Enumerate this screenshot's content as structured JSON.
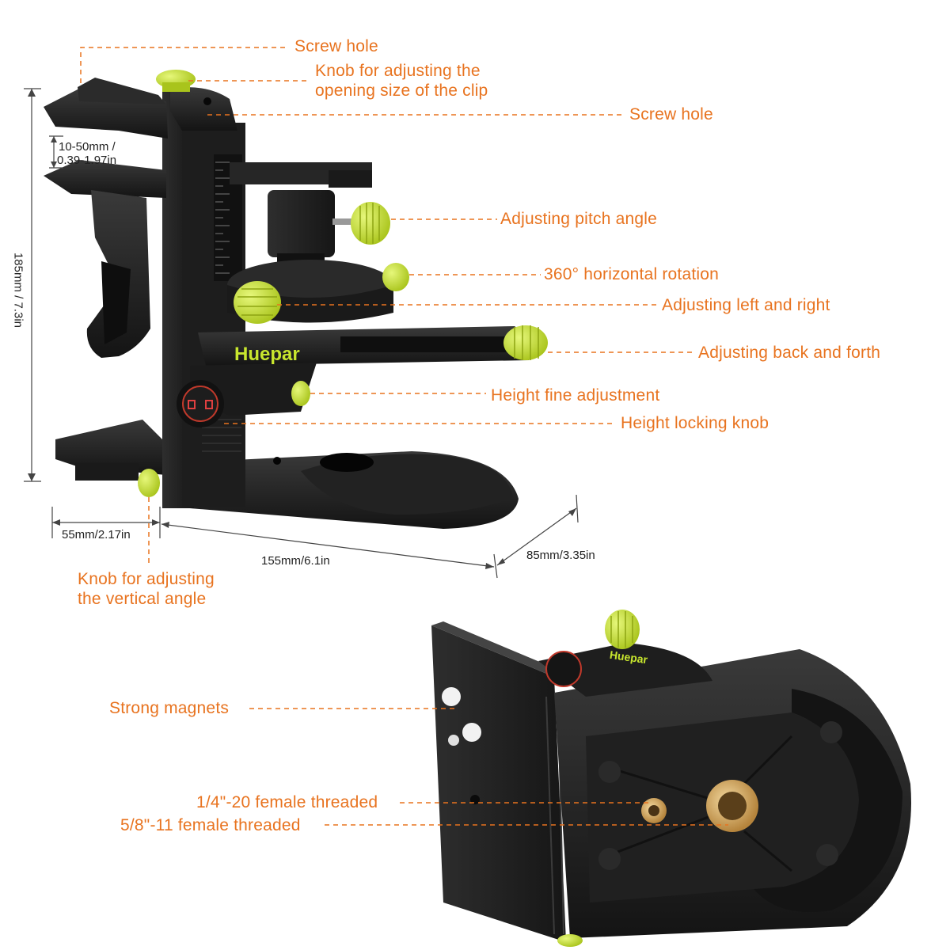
{
  "colors": {
    "accent": "#e8731f",
    "knob": "#c8e62e",
    "body": "#1c1c1c",
    "background": "#ffffff"
  },
  "brand": "Huepar",
  "callouts": {
    "screw_hole_top": "Screw hole",
    "clip_knob_line1": "Knob for adjusting the",
    "clip_knob_line2": "opening size of the clip",
    "screw_hole_mid": "Screw hole",
    "pitch_angle": "Adjusting pitch angle",
    "horizontal_rotation": "360° horizontal rotation",
    "left_right": "Adjusting left and right",
    "back_forth": "Adjusting back and forth",
    "height_fine": "Height fine adjustment",
    "height_lock": "Height locking knob",
    "vertical_knob_line1": "Knob for adjusting",
    "vertical_knob_line2": "the vertical angle",
    "magnets": "Strong magnets",
    "thread_quarter": "1/4\"-20 female threaded",
    "thread_five_eighths": "5/8\"-11 female threaded"
  },
  "dimensions": {
    "clip_line1": "10-50mm /",
    "clip_line2": "0.39-1.97in",
    "height": "185mm / 7.3in",
    "front_width": "55mm/2.17in",
    "length": "155mm/6.1in",
    "depth": "85mm/3.35in"
  }
}
